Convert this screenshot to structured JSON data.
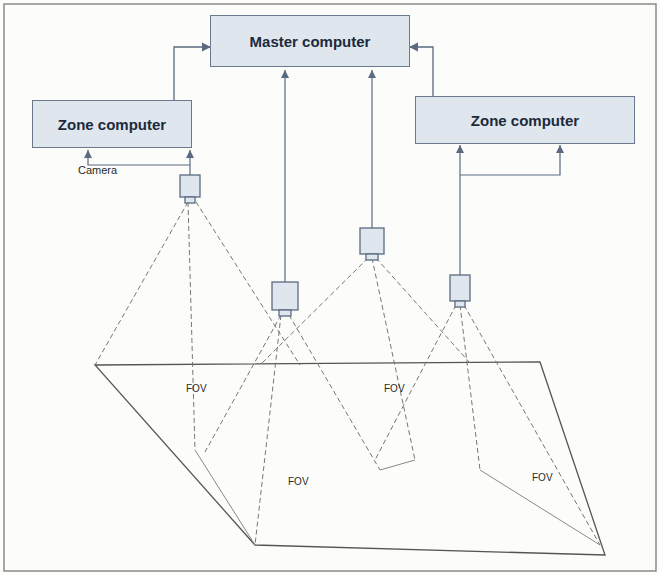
{
  "diagram": {
    "nodes": [
      {
        "text": [
          "Master computer"
        ]
      },
      {
        "text": [
          "Zone computer"
        ]
      },
      {
        "text": [
          "Zone computer"
        ]
      }
    ],
    "edges": [
      {
        "from": 1,
        "to": 0,
        "arrow": "to"
      },
      {
        "from": 2,
        "to": 0,
        "arrow": "to"
      }
    ],
    "labels": [
      "Camera",
      "FOV",
      "FOV",
      "FOV",
      "FOV"
    ]
  }
}
